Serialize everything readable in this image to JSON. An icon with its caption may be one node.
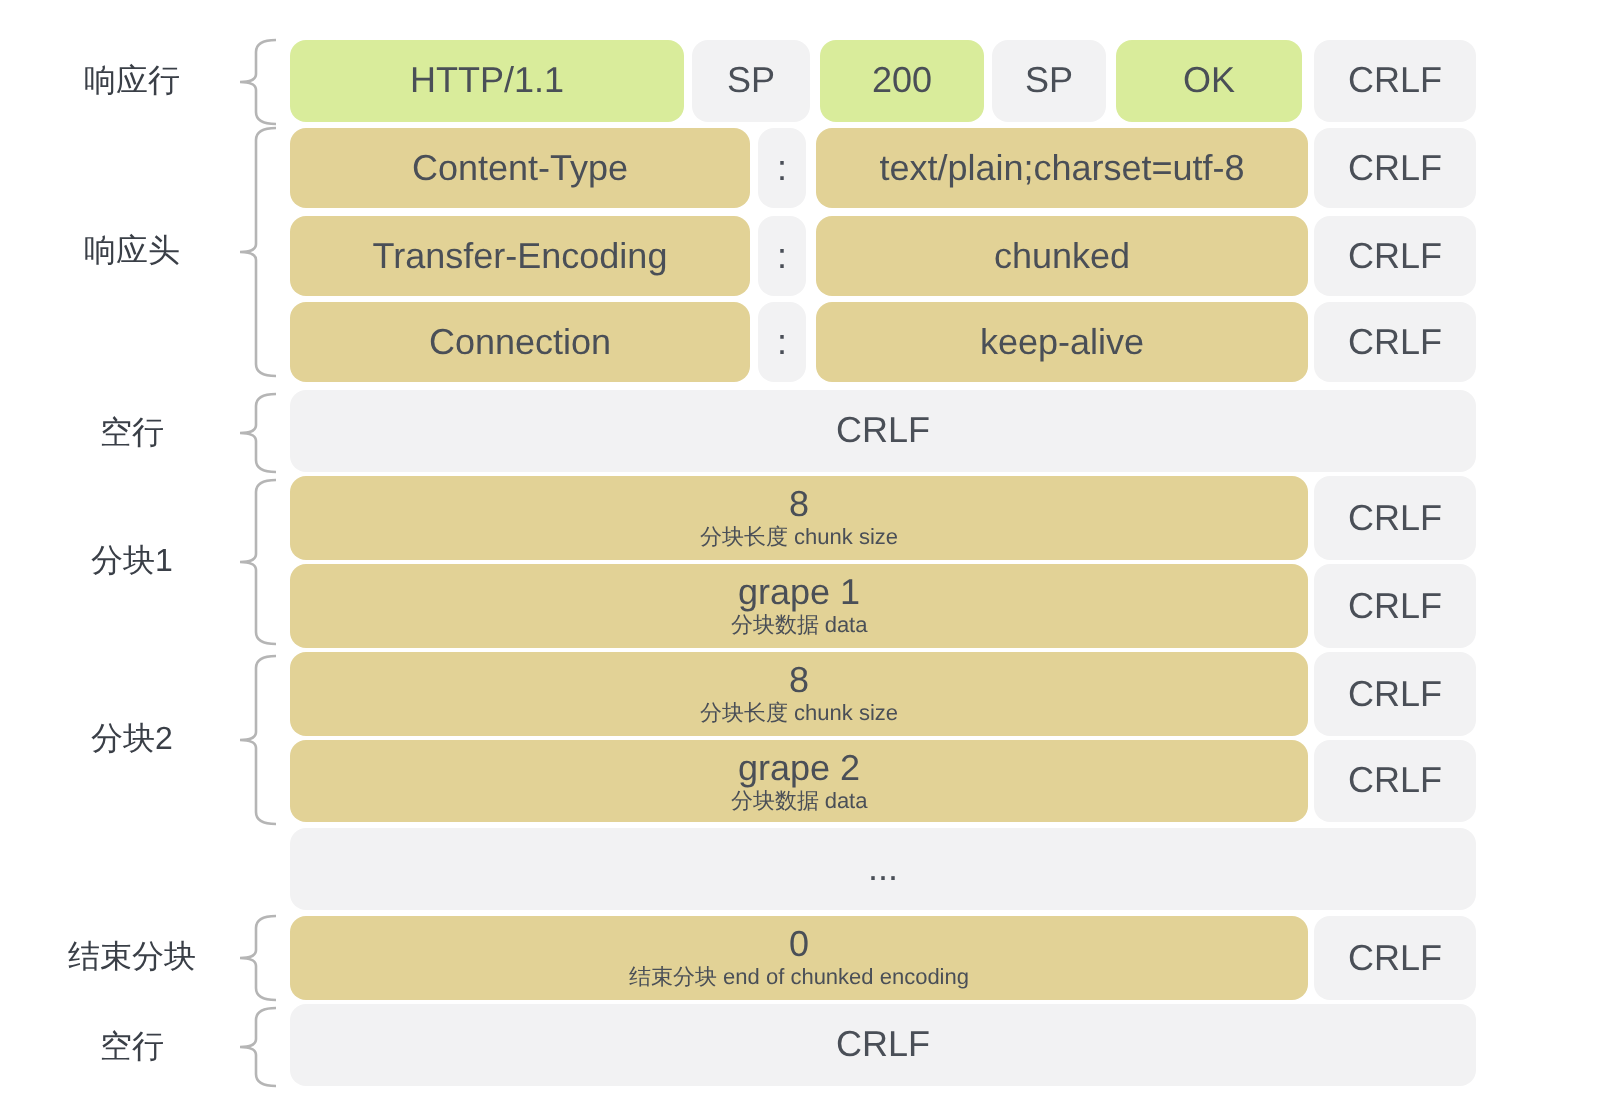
{
  "diagram": {
    "nodes": [
      {
        "text": [
          "HTTP/1.1"
        ]
      },
      {
        "text": [
          "SP"
        ]
      },
      {
        "text": [
          "200"
        ]
      },
      {
        "text": [
          "SP"
        ]
      },
      {
        "text": [
          "OK"
        ]
      },
      {
        "text": [
          "CRLF"
        ]
      },
      {
        "text": [
          "Content-Type"
        ]
      },
      {
        "text": [
          ":"
        ]
      },
      {
        "text": [
          "text/plain;charset=utf-8"
        ]
      },
      {
        "text": [
          "CRLF"
        ]
      },
      {
        "text": [
          "Transfer-Encoding"
        ]
      },
      {
        "text": [
          ":"
        ]
      },
      {
        "text": [
          "chunked"
        ]
      },
      {
        "text": [
          "CRLF"
        ]
      },
      {
        "text": [
          "Connection"
        ]
      },
      {
        "text": [
          ":"
        ]
      },
      {
        "text": [
          "keep-alive"
        ]
      },
      {
        "text": [
          "CRLF"
        ]
      },
      {
        "text": [
          "CRLF"
        ]
      },
      {
        "text": [
          "8",
          "分块长度 chunk size"
        ]
      },
      {
        "text": [
          "CRLF"
        ]
      },
      {
        "text": [
          "grape 1",
          "分块数据 data"
        ]
      },
      {
        "text": [
          "CRLF"
        ]
      },
      {
        "text": [
          "8",
          "分块长度 chunk size"
        ]
      },
      {
        "text": [
          "CRLF"
        ]
      },
      {
        "text": [
          "grape 2",
          "分块数据 data"
        ]
      },
      {
        "text": [
          "CRLF"
        ]
      },
      {
        "text": [
          "..."
        ]
      },
      {
        "text": [
          "0",
          "结束分块 end of chunked encoding"
        ]
      },
      {
        "text": [
          "CRLF"
        ]
      },
      {
        "text": [
          "CRLF"
        ]
      }
    ],
    "labels": [
      "响应行",
      "响应头",
      "空行",
      "分块1",
      "分块2",
      "结束分块",
      "空行"
    ]
  }
}
